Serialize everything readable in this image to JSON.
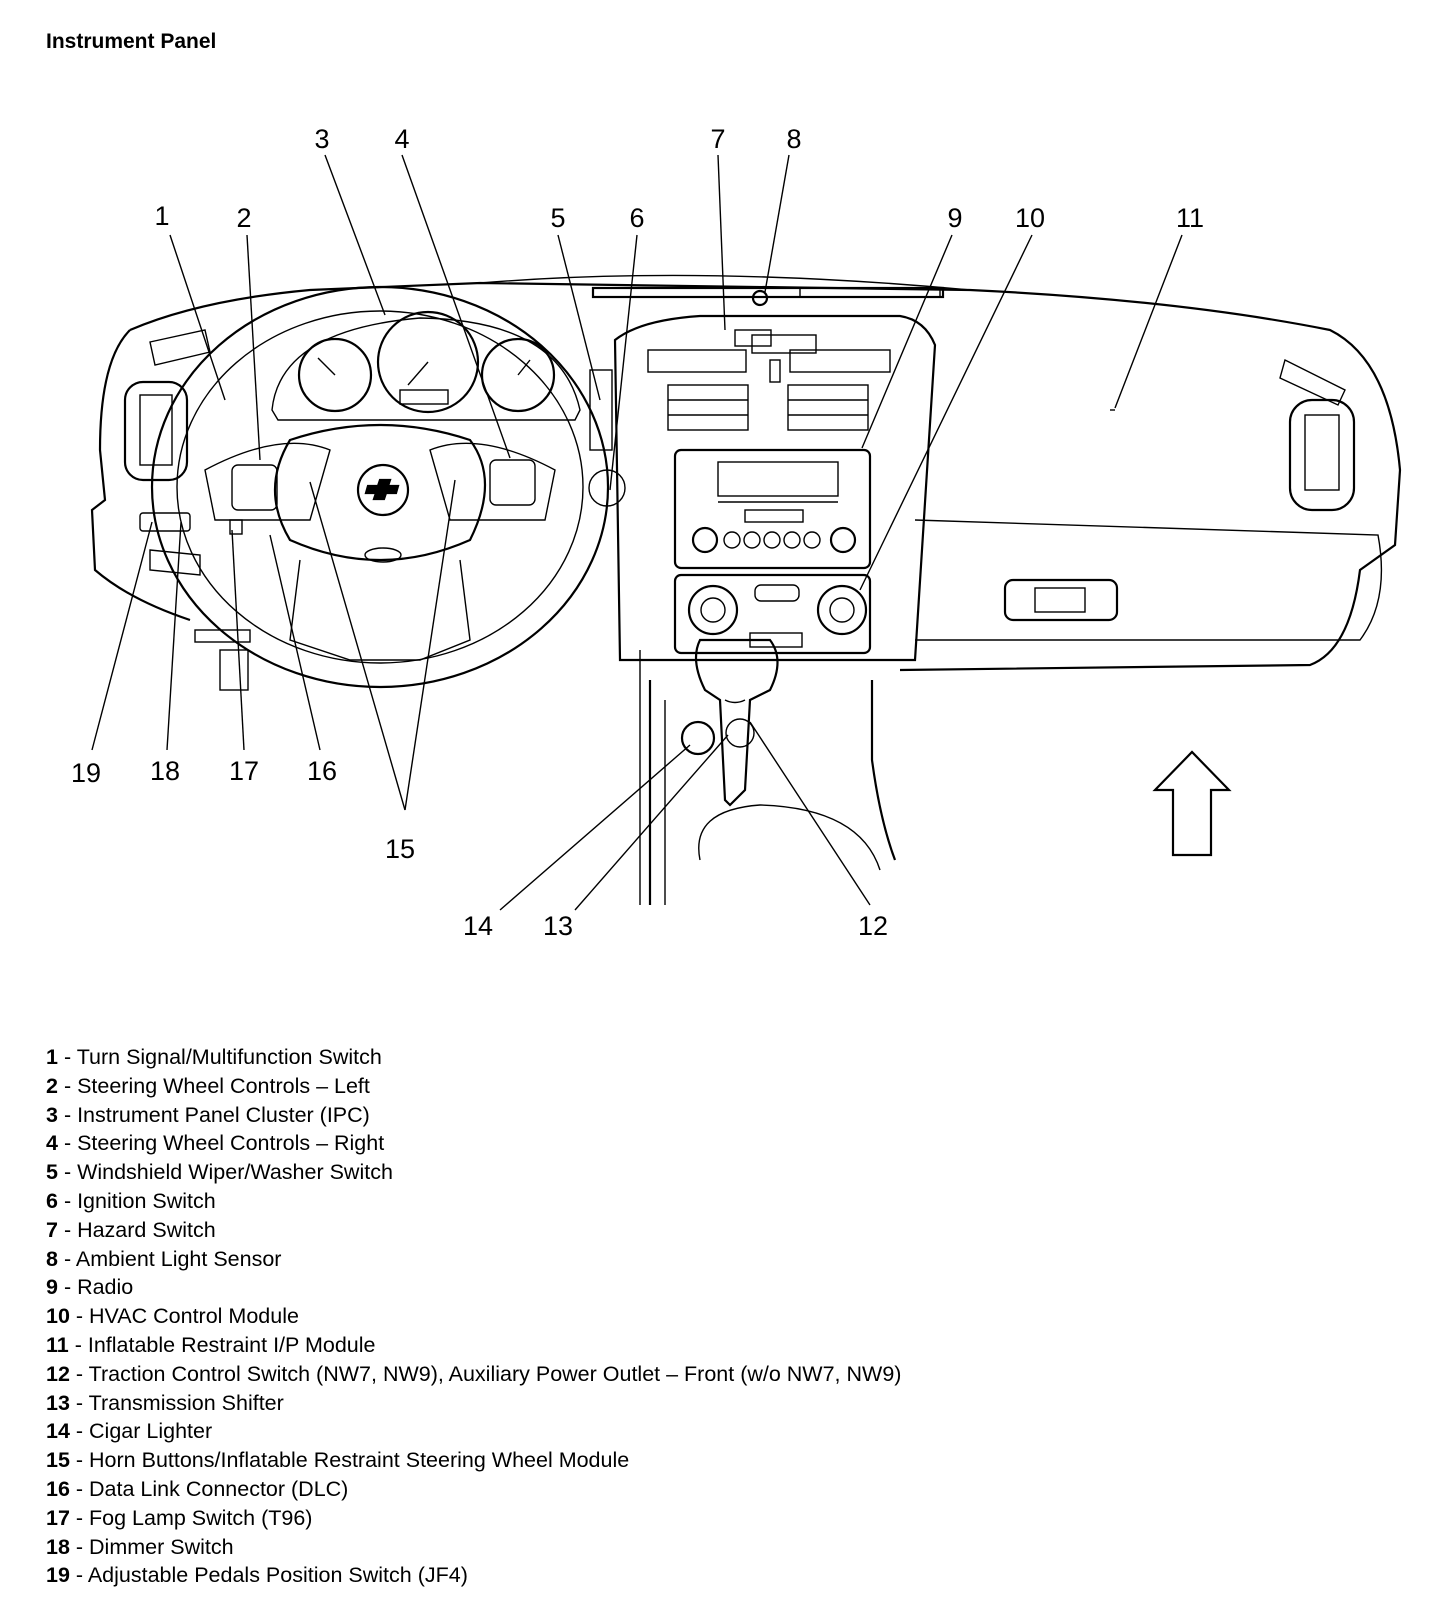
{
  "title": "Instrument Panel",
  "callouts": [
    {
      "number": "1",
      "label": "Turn Signal/Multifunction Switch"
    },
    {
      "number": "2",
      "label": "Steering Wheel Controls – Left"
    },
    {
      "number": "3",
      "label": "Instrument Panel Cluster (IPC)"
    },
    {
      "number": "4",
      "label": "Steering Wheel Controls – Right"
    },
    {
      "number": "5",
      "label": "Windshield Wiper/Washer Switch"
    },
    {
      "number": "6",
      "label": "Ignition Switch"
    },
    {
      "number": "7",
      "label": "Hazard Switch"
    },
    {
      "number": "8",
      "label": "Ambient Light Sensor"
    },
    {
      "number": "9",
      "label": "Radio"
    },
    {
      "number": "10",
      "label": "HVAC Control Module"
    },
    {
      "number": "11",
      "label": "Inflatable Restraint I/P Module"
    },
    {
      "number": "12",
      "label": "Traction Control Switch (NW7, NW9), Auxiliary Power Outlet – Front (w/o NW7, NW9)"
    },
    {
      "number": "13",
      "label": "Transmission Shifter"
    },
    {
      "number": "14",
      "label": "Cigar Lighter"
    },
    {
      "number": "15",
      "label": "Horn Buttons/Inflatable Restraint Steering Wheel Module"
    },
    {
      "number": "16",
      "label": "Data Link Connector (DLC)"
    },
    {
      "number": "17",
      "label": "Fog Lamp Switch (T96)"
    },
    {
      "number": "18",
      "label": "Dimmer Switch"
    },
    {
      "number": "19",
      "label": "Adjustable Pedals Position Switch (JF4)"
    }
  ]
}
